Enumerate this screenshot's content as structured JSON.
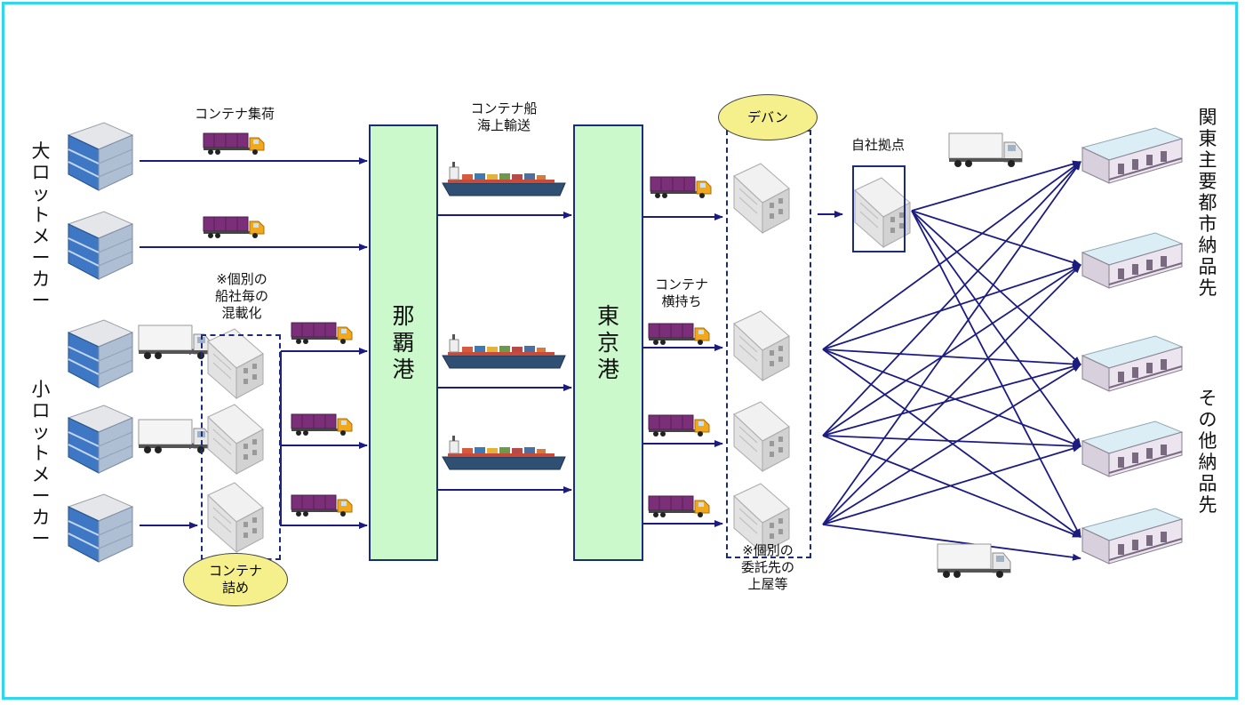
{
  "shippers": {
    "large_lot": "大ロットメーカー",
    "small_lot": "小ロットメーカー"
  },
  "labels": {
    "container_pickup": "コンテナ集荷",
    "consolidation_note": [
      "※個別の",
      "船社毎の",
      "混載化"
    ],
    "container_stuffing": [
      "コンテナ",
      "詰め"
    ],
    "container_ship": [
      "コンテナ船",
      "海上輸送"
    ],
    "container_drayage": [
      "コンテナ",
      "横持ち"
    ],
    "devanning": "デバン",
    "contractor_note": [
      "※個別の",
      "委託先の",
      "上屋等"
    ],
    "own_depot": "自社拠点"
  },
  "ports": {
    "naha": "那覇港",
    "tokyo": "東京港"
  },
  "destinations": {
    "kanto": "関東主要都市納品先",
    "other": "その他納品先"
  },
  "icons": [
    "factory-icon",
    "warehouse-icon",
    "container-truck-icon",
    "box-truck-icon",
    "container-ship-icon",
    "delivery-warehouse-icon"
  ],
  "colors": {
    "arrow": "#1c1c80",
    "port_fill": "#ccf9cc",
    "oval_fill": "#f6f08c",
    "frame": "#2fd6ef"
  }
}
